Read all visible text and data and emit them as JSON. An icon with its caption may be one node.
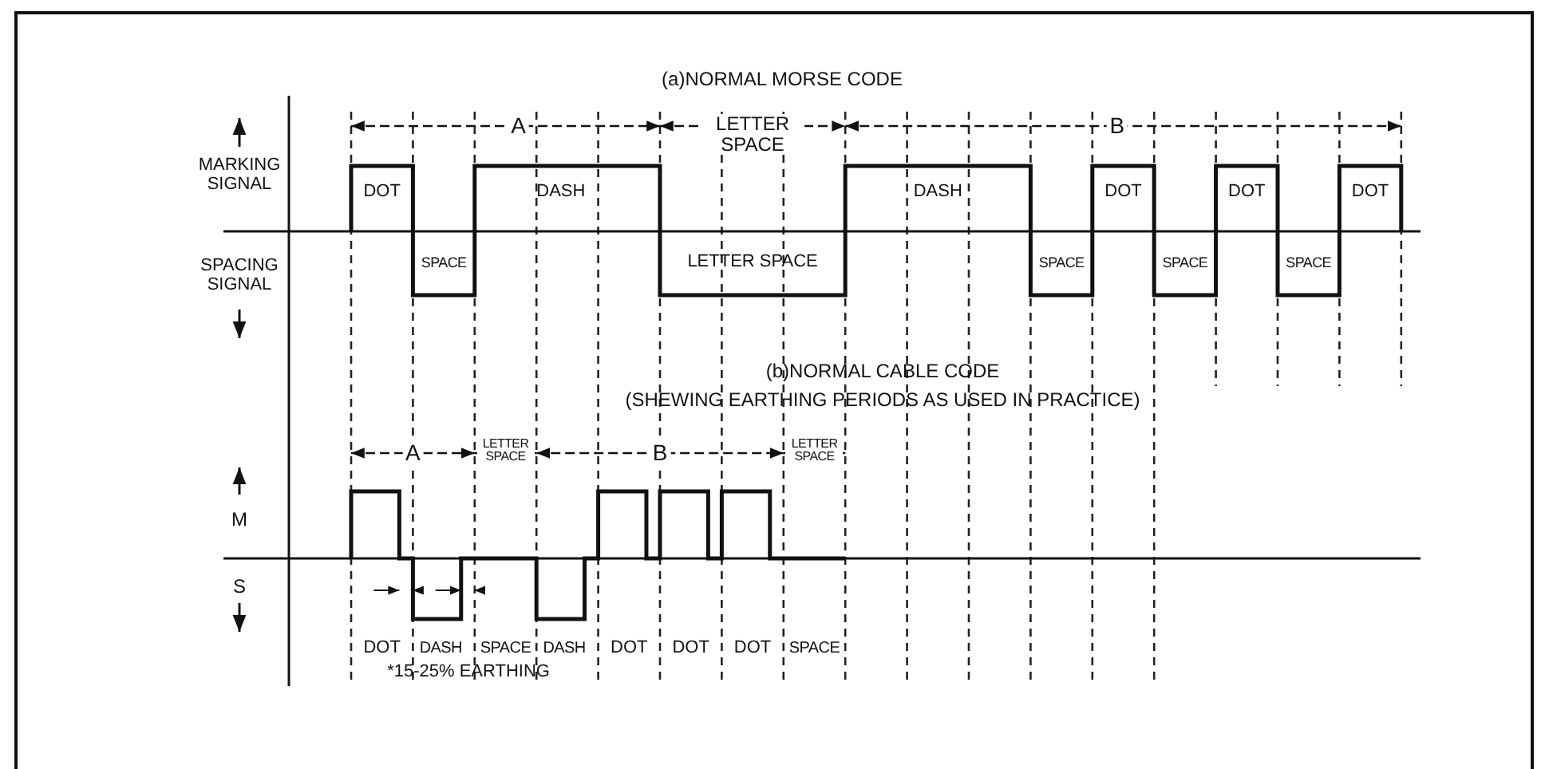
{
  "diagram": {
    "labels": [
      "(a)NORMAL MORSE CODE",
      "A",
      "LETTER SPACE",
      "B",
      "MARKING SIGNAL",
      "DOT",
      "DASH",
      "DASH",
      "DOT",
      "DOT",
      "DOT",
      "SPACING SIGNAL",
      "SPACE",
      "LETTER SPACE",
      "SPACE",
      "SPACE",
      "SPACE",
      "(b)NORMAL CABLE CODE",
      "(SHEWING EARTHING PERIODS AS USED IN PRACTICE)",
      "A",
      "LETTER SPACE",
      "B",
      "LETTER SPACE",
      "M",
      "S",
      "DOT",
      "DASH",
      "SPACE",
      "DASH",
      "DOT",
      "DOT",
      "DOT",
      "SPACE",
      "*15-25% EARTHING"
    ]
  }
}
